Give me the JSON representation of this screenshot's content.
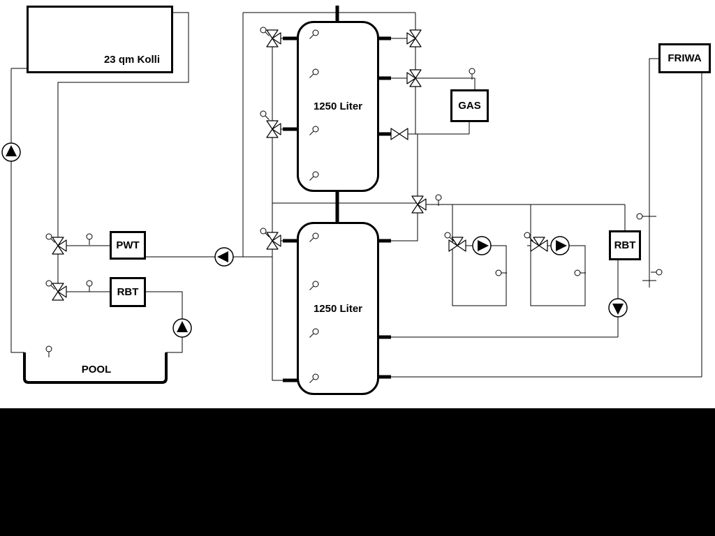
{
  "labels": {
    "collector": "23 qm Kolli",
    "tank_top": "1250 Liter",
    "tank_bottom": "1250 Liter",
    "gas": "GAS",
    "friwa": "FRIWA",
    "pwt": "PWT",
    "rbt_left": "RBT",
    "rbt_right": "RBT",
    "pool": "POOL"
  },
  "colors": {
    "line": "#000000",
    "fill": "#ffffff",
    "footer": "#000000"
  }
}
